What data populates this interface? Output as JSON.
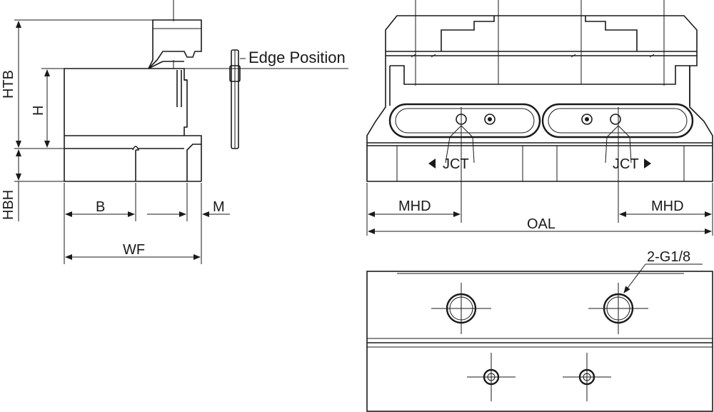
{
  "side_view": {
    "labels": {
      "htb": "HTB",
      "h": "H",
      "hbh": "HBH",
      "b": "B",
      "m": "M",
      "wf": "WF",
      "edge_position": "Edge Position"
    }
  },
  "front_view": {
    "labels": {
      "jct_left": "JCT",
      "jct_right": "JCT",
      "mhd_left": "MHD",
      "mhd_right": "MHD",
      "oal": "OAL"
    }
  },
  "bottom_view": {
    "labels": {
      "port_callout": "2-G1/8"
    }
  }
}
